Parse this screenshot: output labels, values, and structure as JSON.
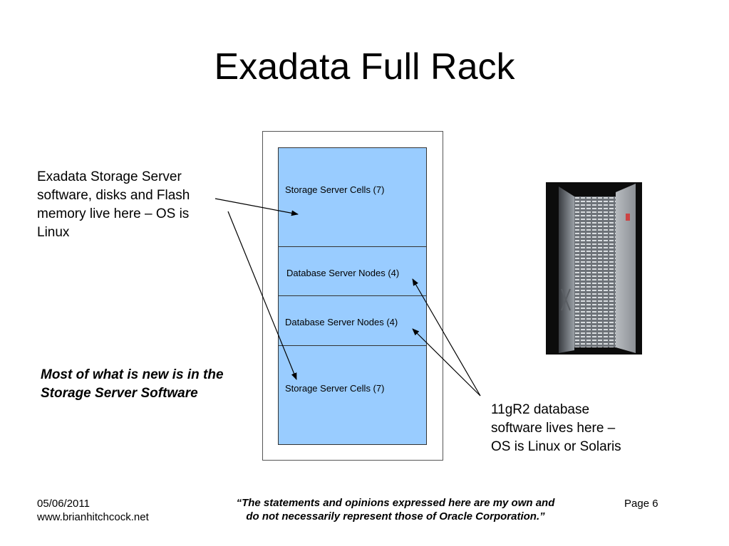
{
  "slide": {
    "title": "Exadata Full Rack"
  },
  "rack": {
    "segments": [
      "Storage Server Cells (7)",
      "Database Server Nodes (4)",
      "Database Server Nodes (4)",
      "Storage Server Cells (7)"
    ]
  },
  "notes": {
    "storage_callout": "Exadata Storage Server software, disks and Flash memory live here – OS is Linux",
    "db_callout": "11gR2 database software lives here – OS is Linux or Solaris",
    "highlight": "Most of what is new is in the Storage Server Software"
  },
  "footer": {
    "date": "05/06/2011",
    "site": "www.brianhitchcock.net",
    "disclaimer_line1": "“The statements and opinions expressed here are my own and",
    "disclaimer_line2": "do not necessarily represent those of Oracle Corporation.”",
    "page": "Page 6"
  },
  "colors": {
    "rack_fill": "#99ccff",
    "text": "#000000"
  },
  "image": {
    "icon": "server-rack-photo"
  }
}
